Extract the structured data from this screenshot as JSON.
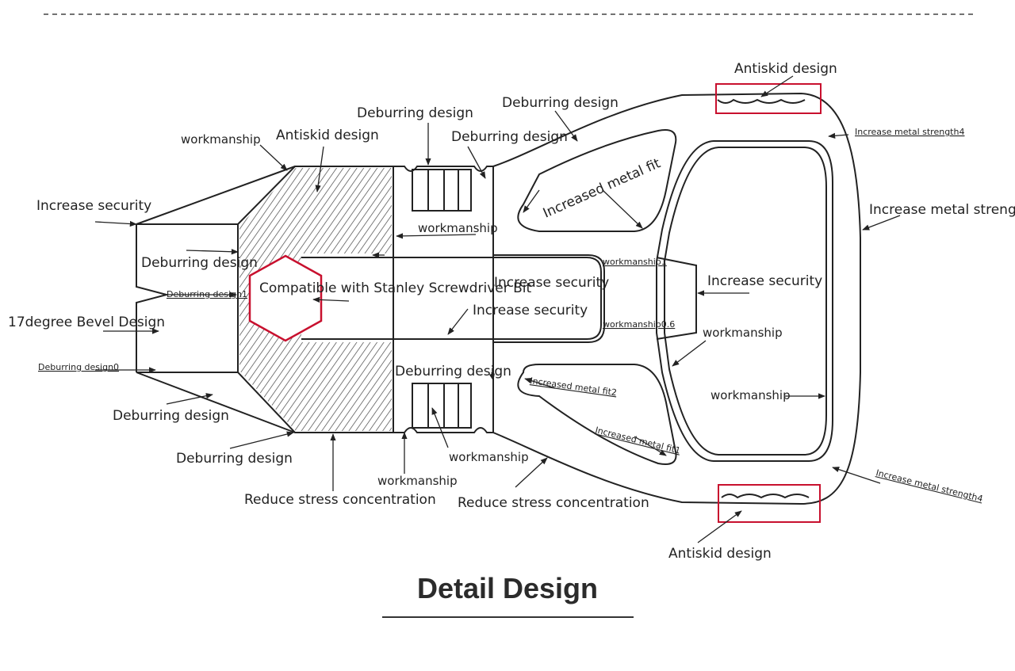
{
  "diagram": {
    "title": "Detail Design",
    "labels": {
      "antiskid_top": "Antiskid design",
      "antiskid_bottom": "Antiskid design",
      "antiskid_shank": "Antiskid design",
      "deburring_top_right": "Deburring design",
      "deburring_top_mid": "Deburring design",
      "deburring_neck": "Deburring design",
      "deburring_left": "Deburring design",
      "deburring_small_upper": "Deburring design1",
      "deburring_small_lower": "Deburring design0",
      "deburring_lower_left": "Deburring design",
      "deburring_bottom_left": "Deburring design",
      "deburring_center_low": "Deburring design",
      "workmanship_top_left": "workmanship",
      "workmanship_shank": "workmanship",
      "workmanship_small_1": "workmanship1",
      "workmanship_small_2": "workmanship0.6",
      "workmanship_right_1": "workmanship",
      "workmanship_right_2": "workmanship",
      "workmanship_bottom_1": "workmanship",
      "workmanship_bottom_2": "workmanship",
      "increase_security_left": "Increase security",
      "increase_security_mid": "Increase security",
      "increase_security_low": "Increase security",
      "increase_security_right": "Increase security",
      "bevel": "17degree Bevel Design",
      "compatible": "Compatible with Stanley Screwdriver Bit",
      "increased_fit_top": "Increased metal fit",
      "increased_fit_2": "Increased metal fit2",
      "increased_fit_1": "Increased metal fit1",
      "metal_strength_top": "Increase metal strength4",
      "metal_strength_right": "Increase metal strength",
      "metal_strength_bottom": "Increase metal strength4",
      "reduce_stress_left": "Reduce stress concentration",
      "reduce_stress_right": "Reduce stress concentration"
    },
    "colors": {
      "line": "#222222",
      "highlight": "#c8102e",
      "text": "#222222"
    }
  }
}
